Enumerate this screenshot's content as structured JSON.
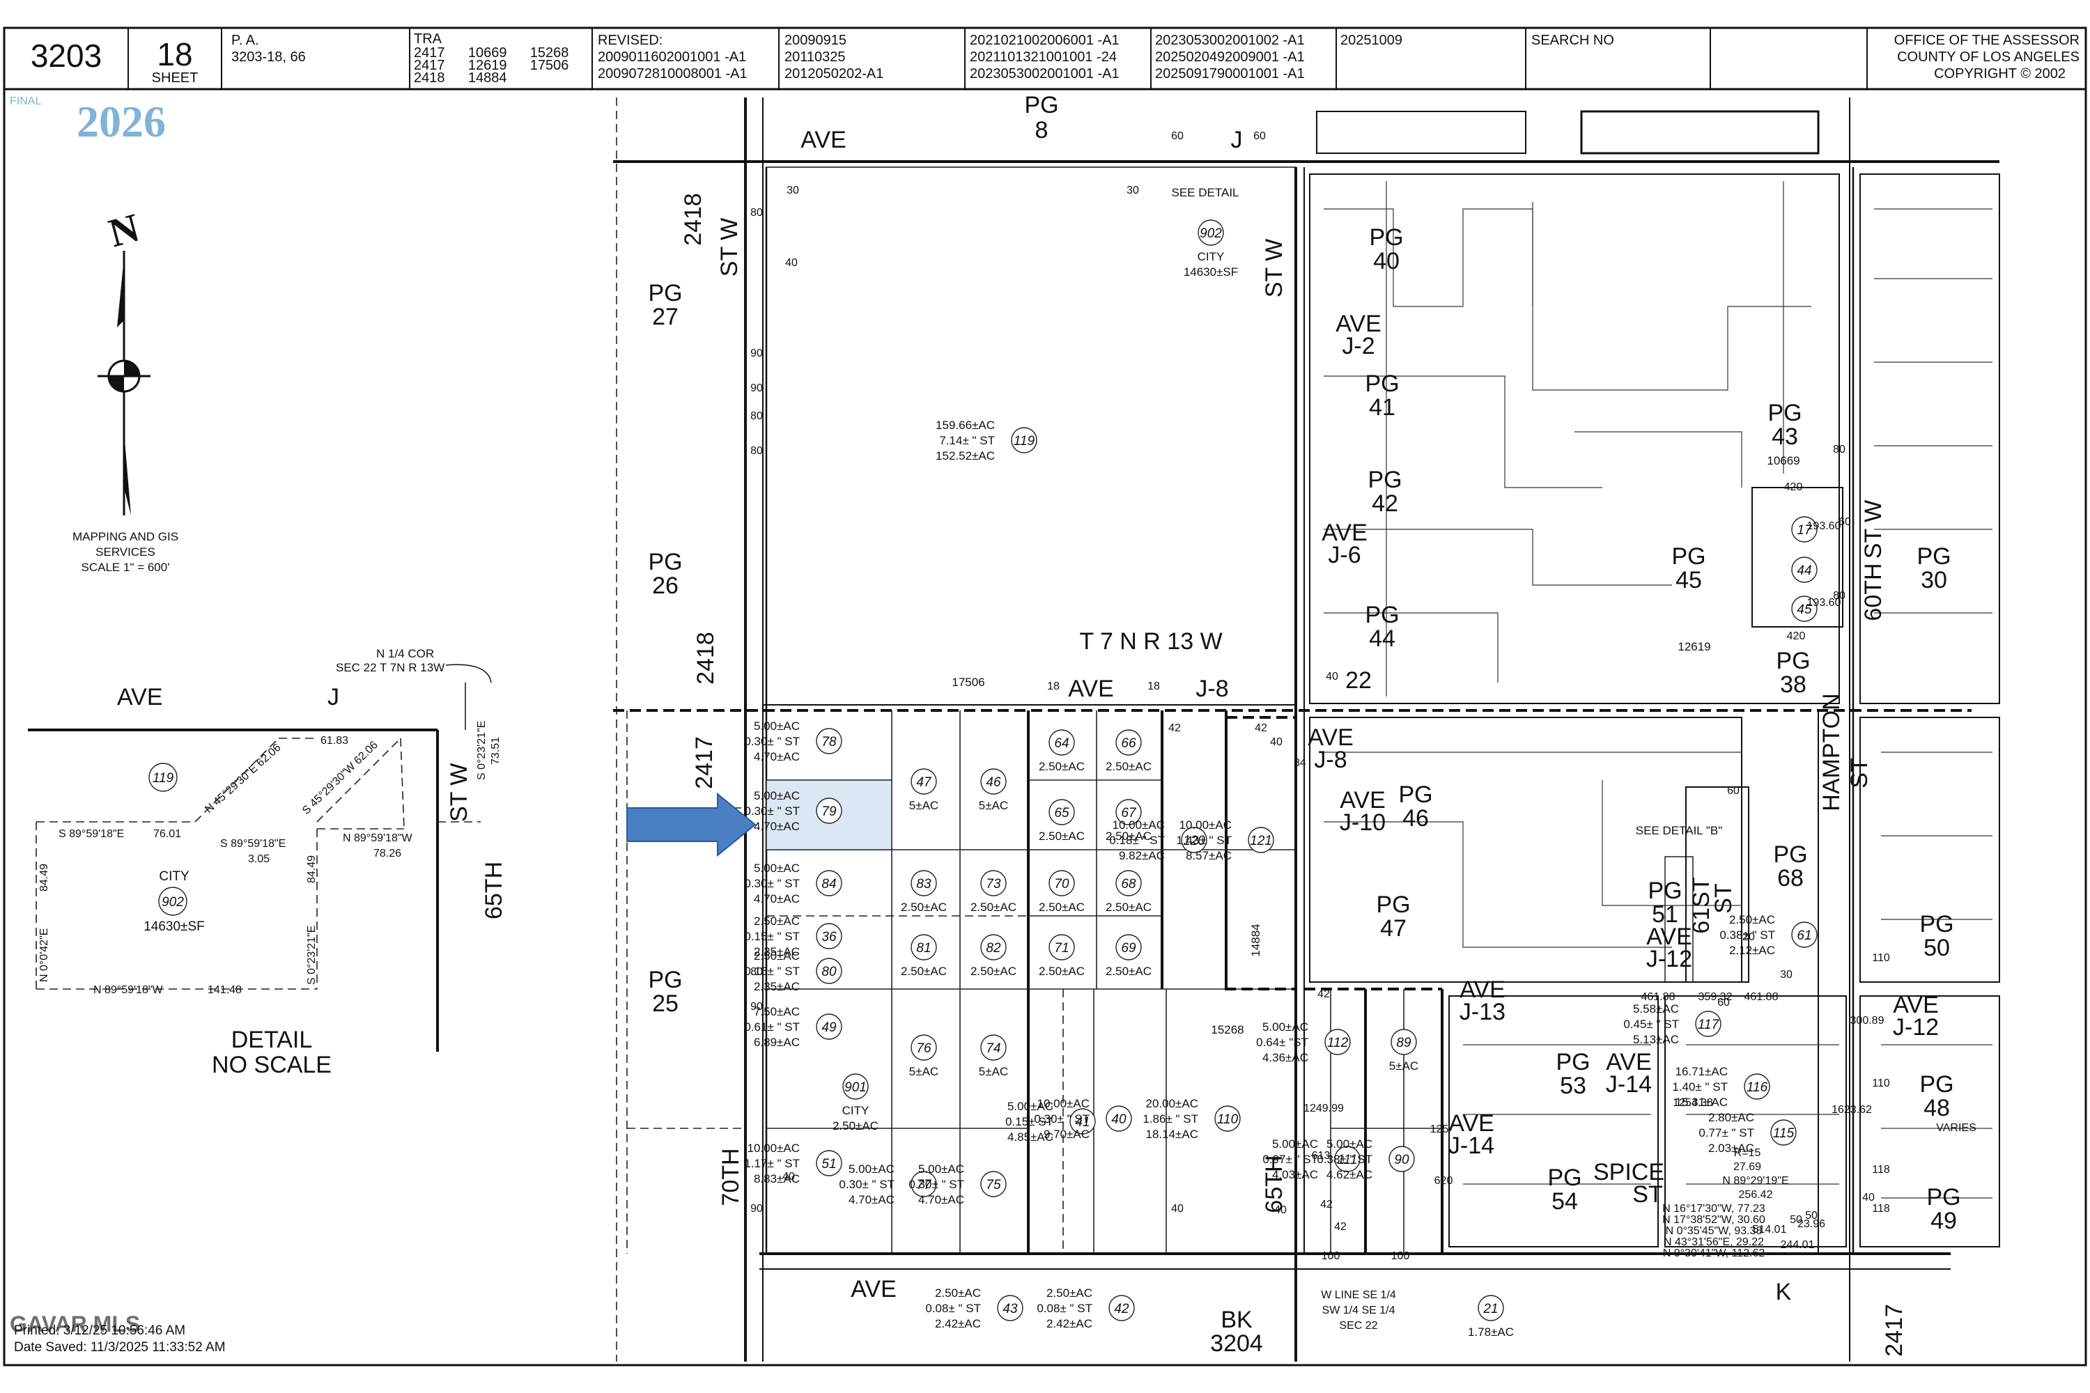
{
  "header": {
    "book": "3203",
    "sheet_num": "18",
    "sheet_label": "SHEET",
    "pa_label": "P. A.",
    "pa_value": "3203-18, 66",
    "tra_label": "TRA",
    "tra_rows": [
      "2417      10669      15268",
      "2417      12619      17506",
      "2418      14884"
    ],
    "revised_label": "REVISED:",
    "revised_col1": [
      "2009011602001001 -A1",
      "2009072810008001 -A1"
    ],
    "revised_col2": [
      "20090915",
      "20110325",
      "2012050202-A1"
    ],
    "revised_col3": [
      "2021021002006001 -A1",
      "2021101321001001 -24",
      "2023053002001001 -A1"
    ],
    "revised_col4": [
      "2023053002001002 -A1",
      "2025020492009001 -A1",
      "2025091790001001 -A1"
    ],
    "revised_col5": [
      "20251009"
    ],
    "search_label": "SEARCH NO",
    "office": [
      "OFFICE OF THE ASSESSOR",
      "COUNTY OF LOS ANGELES",
      "COPYRIGHT © 2002"
    ]
  },
  "badge": {
    "final": "FINAL",
    "year": "2026"
  },
  "north": {
    "letter": "N",
    "caption": [
      "MAPPING AND GIS",
      "SERVICES",
      "SCALE 1\" = 600'"
    ]
  },
  "detail": {
    "ave_label": "AVE",
    "j_label": "J",
    "st_w": "ST W",
    "th65": "65TH",
    "cor_note": [
      "N 1/4 COR",
      "SEC 22 T 7N R 13W"
    ],
    "parcel_119": "119",
    "city": "CITY",
    "city_num": "902",
    "city_area": "14630±SF",
    "title": [
      "DETAIL",
      "NO SCALE"
    ],
    "bearings": [
      "N 45°29'30\"E 62.06",
      "S 45°29'30\"W 62.06",
      "61.83",
      "S 89°59'18\"E",
      "76.01",
      "S 89°59'18\"E",
      "3.05",
      "N 89°59'18\"W",
      "78.26",
      "S 0°23'21\"E",
      "73.51",
      "84.49",
      "84.49",
      "N 0°0'42\"E",
      "S 0°23'21\"E",
      "N 89°59'18\"W",
      "141.48"
    ]
  },
  "roads": {
    "ave_top": "AVE",
    "j_top": "J",
    "pg8": [
      "PG",
      "8"
    ],
    "st_w_left": "ST W",
    "tra_2418": "2418",
    "tra_2417": "2417",
    "tra_2418b": "2418",
    "th70": "70TH",
    "ave_j8": "AVE",
    "j8": "J-8",
    "t7n": "T 7 N     R 13 W",
    "tra_17506": "17506",
    "st_w_mid": "ST W",
    "th65": "65TH",
    "tra_14884": "14884",
    "tra_15268": "15268",
    "hampton": "HAMPTON",
    "hampton_st": "ST",
    "th60": "60TH",
    "st_w_right": "ST W",
    "tra_10669": "10669",
    "tra_12619": "12619",
    "ave_bottom": "AVE",
    "bk": [
      "BK",
      "3204"
    ],
    "k": "K",
    "tra_2417b": "2417",
    "see_detail": "SEE DETAIL",
    "see_detail_b": "SEE DETAIL \"B\"",
    "section22": "22",
    "sec_note": [
      "W LINE SE 1/4",
      "SW 1/4 SE 1/4",
      "SEC 22"
    ],
    "spice": "SPICE",
    "spice_st": "ST",
    "varies": "VARIES",
    "st61": "61ST",
    "st61b": "ST"
  },
  "page_groups": [
    {
      "pg": "PG",
      "num": "27"
    },
    {
      "pg": "PG",
      "num": "26"
    },
    {
      "pg": "PG",
      "num": "25"
    },
    {
      "pg": "PG",
      "num": "40"
    },
    {
      "pg": "PG",
      "num": "41"
    },
    {
      "pg": "PG",
      "num": "42"
    },
    {
      "pg": "PG",
      "num": "43"
    },
    {
      "pg": "PG",
      "num": "44"
    },
    {
      "pg": "PG",
      "num": "45"
    },
    {
      "pg": "PG",
      "num": "30"
    },
    {
      "pg": "PG",
      "num": "38"
    },
    {
      "pg": "PG",
      "num": "46"
    },
    {
      "pg": "PG",
      "num": "47"
    },
    {
      "pg": "PG",
      "num": "51"
    },
    {
      "pg": "PG",
      "num": "68"
    },
    {
      "pg": "PG",
      "num": "50"
    },
    {
      "pg": "PG",
      "num": "53"
    },
    {
      "pg": "PG",
      "num": "54"
    },
    {
      "pg": "PG",
      "num": "48"
    },
    {
      "pg": "PG",
      "num": "49"
    }
  ],
  "ave_labels": [
    {
      "a": "AVE",
      "b": "J-2"
    },
    {
      "a": "AVE",
      "b": "J-6"
    },
    {
      "a": "AVE",
      "b": "J-8"
    },
    {
      "a": "AVE",
      "b": "J-10"
    },
    {
      "a": "AVE",
      "b": "J-12"
    },
    {
      "a": "AVE",
      "b": "J-13"
    },
    {
      "a": "AVE",
      "b": "J-14"
    },
    {
      "a": "AVE",
      "b": "J-14"
    },
    {
      "a": "AVE",
      "b": "J-12"
    }
  ],
  "parcels": [
    {
      "num": "119",
      "lines": [
        "159.66±AC",
        "7.14± \" ST",
        "152.52±AC"
      ]
    },
    {
      "num": "78",
      "lines": [
        "5.00±AC",
        "0.30± \" ST",
        "4.70±AC"
      ]
    },
    {
      "num": "79",
      "lines": [
        "5.00±AC",
        "0.30± \" ST",
        "4.70±AC"
      ]
    },
    {
      "num": "84",
      "lines": [
        "5.00±AC",
        "0.30± \" ST",
        "4.70±AC"
      ]
    },
    {
      "num": "47",
      "lines": [
        "5±AC"
      ]
    },
    {
      "num": "46",
      "lines": [
        "5±AC"
      ]
    },
    {
      "num": "64",
      "lines": [
        "2.50±AC"
      ]
    },
    {
      "num": "66",
      "lines": [
        "2.50±AC"
      ]
    },
    {
      "num": "65",
      "lines": [
        "2.50±AC"
      ]
    },
    {
      "num": "67",
      "lines": [
        "2.50±AC"
      ]
    },
    {
      "num": "83",
      "lines": [
        "2.50±AC"
      ]
    },
    {
      "num": "73",
      "lines": [
        "2.50±AC"
      ]
    },
    {
      "num": "70",
      "lines": [
        "2.50±AC"
      ]
    },
    {
      "num": "68",
      "lines": [
        "2.50±AC"
      ]
    },
    {
      "num": "81",
      "lines": [
        "2.50±AC"
      ]
    },
    {
      "num": "82",
      "lines": [
        "2.50±AC"
      ]
    },
    {
      "num": "71",
      "lines": [
        "2.50±AC"
      ]
    },
    {
      "num": "69",
      "lines": [
        "2.50±AC"
      ]
    },
    {
      "num": "120",
      "lines": [
        "10.00±AC",
        "0.18± \" ST",
        "9.82±AC"
      ]
    },
    {
      "num": "121",
      "lines": [
        "10.00±AC",
        "1.43± \" ST",
        "8.57±AC"
      ]
    },
    {
      "num": "36",
      "lines": [
        "2.50±AC",
        "0.15± \" ST",
        "2.35±AC"
      ]
    },
    {
      "num": "80",
      "lines": [
        "2.50±AC",
        "0.15± \" ST",
        "2.35±AC"
      ]
    },
    {
      "num": "49",
      "lines": [
        "7.50±AC",
        "0.61± \" ST",
        "6.89±AC"
      ]
    },
    {
      "num": "76",
      "lines": [
        "5±AC"
      ]
    },
    {
      "num": "74",
      "lines": [
        "5±AC"
      ]
    },
    {
      "num": "901",
      "lines": [
        "CITY",
        "2.50±AC"
      ]
    },
    {
      "num": "51",
      "lines": [
        "10.00±AC",
        "1.17± \" ST",
        "8.83±AC"
      ]
    },
    {
      "num": "77",
      "lines": [
        "5.00±AC",
        "0.30± \" ST",
        "4.70±AC"
      ]
    },
    {
      "num": "75",
      "lines": [
        "5.00±AC",
        "0.30± \" ST",
        "4.70±AC"
      ]
    },
    {
      "num": "41",
      "lines": [
        "5.00±AC",
        "0.15± ST",
        "4.85±AC"
      ]
    },
    {
      "num": "40",
      "lines": [
        "10.00±AC",
        "0.30± \" ST",
        "9.70±AC"
      ]
    },
    {
      "num": "110",
      "lines": [
        "20.00±AC",
        "1.86± \" ST",
        "18.14±AC"
      ]
    },
    {
      "num": "112",
      "lines": [
        "5.00±AC",
        "0.64± \"ST",
        "4.36±AC"
      ]
    },
    {
      "num": "89",
      "lines": [
        "5±AC"
      ]
    },
    {
      "num": "111",
      "lines": [
        "5.00±AC",
        "0.97± \" ST",
        "4.03±AC"
      ]
    },
    {
      "num": "90",
      "lines": [
        "5.00±AC",
        "0.38± \" ST",
        "4.62±AC"
      ]
    },
    {
      "num": "43",
      "lines": [
        "2.50±AC",
        "0.08± \" ST",
        "2.42±AC"
      ]
    },
    {
      "num": "42",
      "lines": [
        "2.50±AC",
        "0.08± \" ST",
        "2.42±AC"
      ]
    },
    {
      "num": "21",
      "lines": [
        "1.78±AC"
      ]
    },
    {
      "num": "902",
      "lines": [
        "CITY",
        "14630±SF"
      ]
    },
    {
      "num": "17",
      "lines": []
    },
    {
      "num": "44",
      "lines": []
    },
    {
      "num": "45",
      "lines": []
    },
    {
      "num": "61",
      "lines": [
        "2.50±AC",
        "0.38± \" ST",
        "2.12±AC"
      ]
    },
    {
      "num": "117",
      "lines": [
        "5.58±AC",
        "0.45± \" ST",
        "5.13±AC"
      ]
    },
    {
      "num": "116",
      "lines": [
        "16.71±AC",
        "1.40± \" ST",
        "15.31±AC"
      ]
    },
    {
      "num": "115",
      "lines": [
        "2.80±AC",
        "0.77± \" ST",
        "2.03±AC"
      ]
    }
  ],
  "dims": [
    "80",
    "40",
    "90",
    "80",
    "90",
    "80",
    "30",
    "30",
    "60",
    "60",
    "40",
    "18",
    "18",
    "42",
    "42",
    "40",
    "84",
    "80",
    "90",
    "40",
    "90",
    "42",
    "42",
    "42",
    "125",
    "613",
    "620",
    "1249.99",
    "420",
    "420",
    "193.60",
    "193.60",
    "110",
    "110",
    "118",
    "118",
    "461.88",
    "359.32",
    "1254.38",
    "1623.62",
    "514.01",
    "244.01",
    "23.96",
    "300.89",
    "461.88",
    "50",
    "40",
    "60",
    "60",
    "60",
    "80",
    "80",
    "20",
    "50",
    "30",
    "100",
    "100",
    "40",
    "40"
  ],
  "bearings_right": [
    "R=15",
    "27.69",
    "N 89°29'19\"E",
    "256.42",
    "N 16°17'30\"W, 77.23",
    "N 17°38'52\"W, 30.60",
    "N 0°35'45\"W, 93.38",
    "N 43°31'56\"E, 29.22",
    "N 0°30'41\"W, 112.62"
  ],
  "footer": {
    "logo": "GAVAR MLS",
    "printed": "Printed: 3/12/25 10:56:46 AM",
    "saved": "Date Saved: 11/3/2025 11:33:52 AM"
  },
  "colors": {
    "highlight": "#dbe7f5",
    "arrow": "#4a7fc4",
    "badge": "#7fb3d8",
    "final": "#7fb3d8"
  }
}
